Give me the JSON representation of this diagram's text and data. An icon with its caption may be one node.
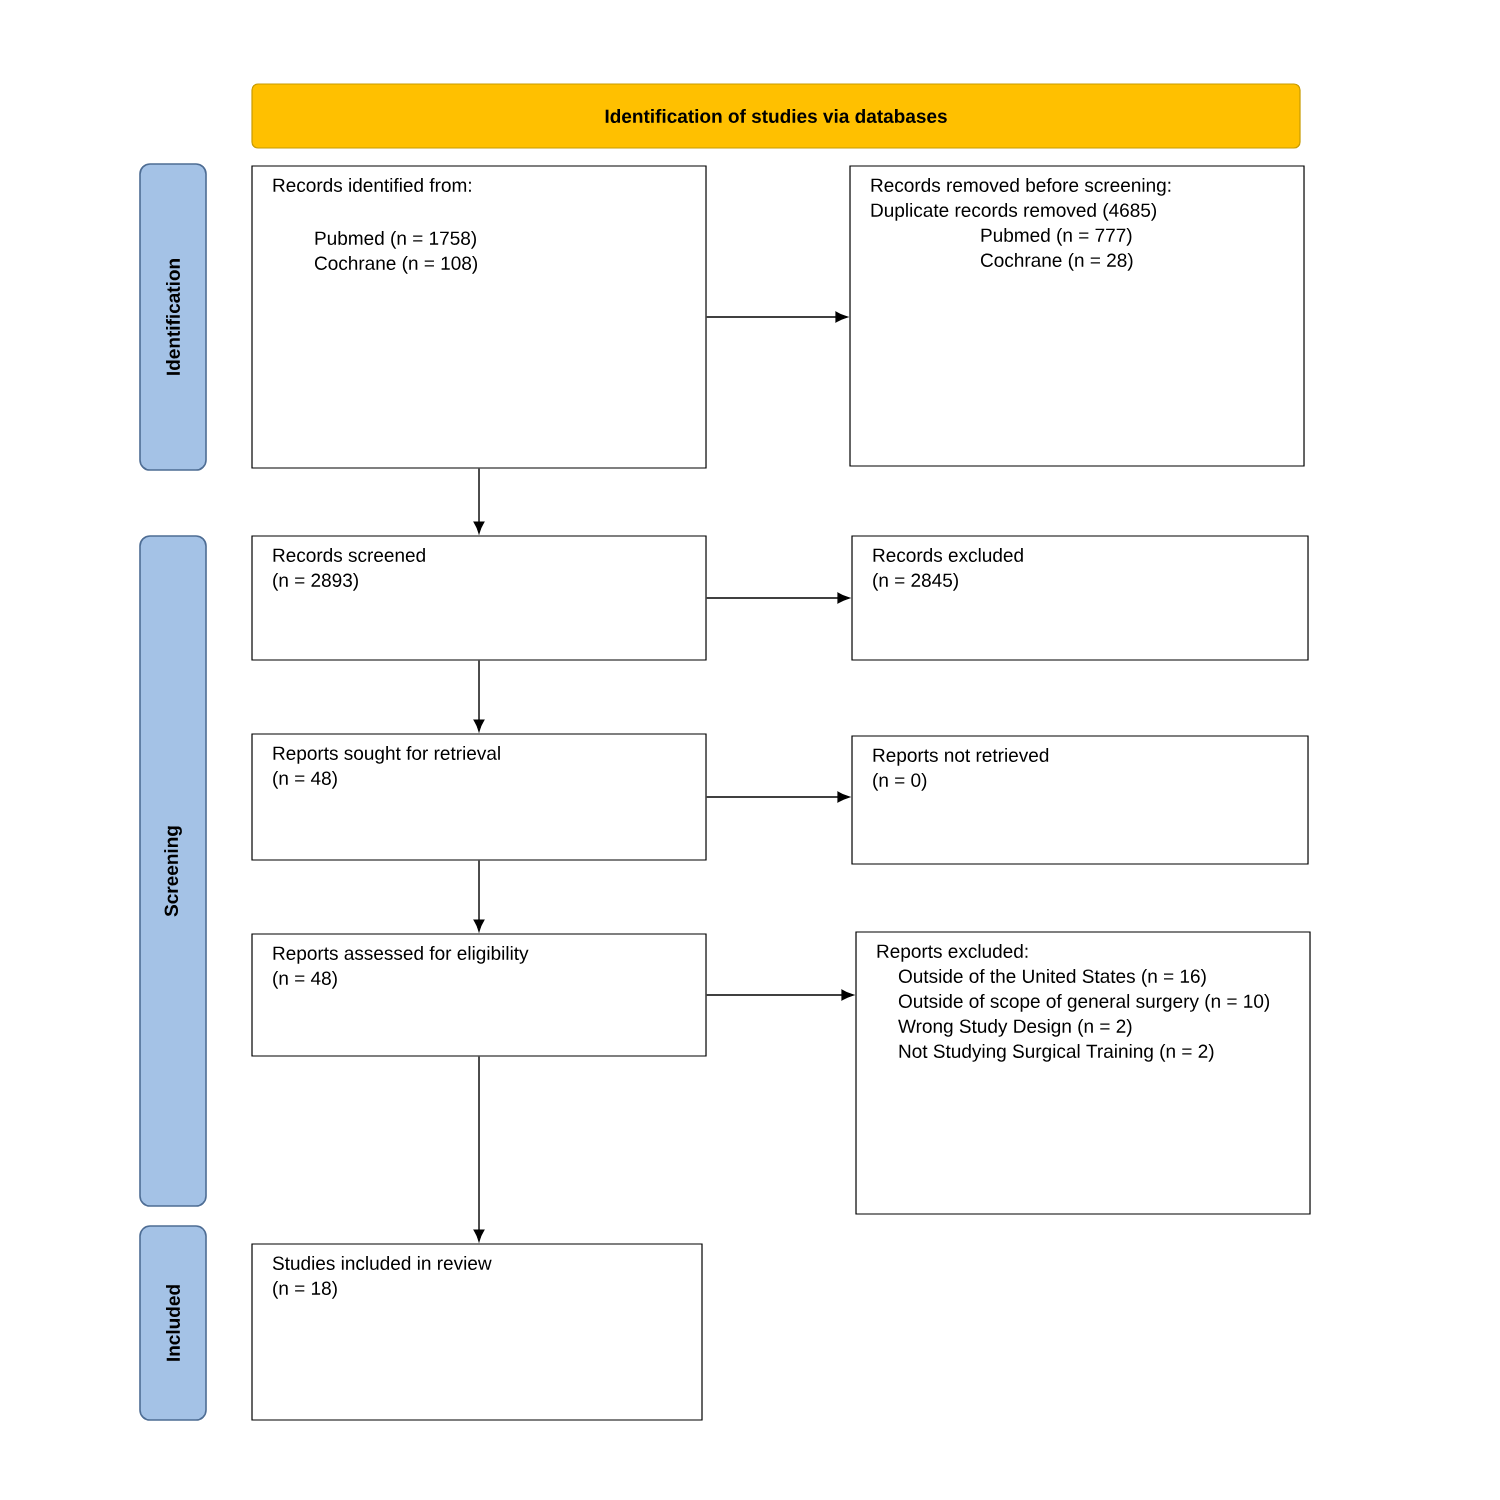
{
  "diagram": {
    "nodes": [
      {
        "text": [
          "Identification of studies via databases"
        ]
      },
      {
        "text": [
          "Identification"
        ]
      },
      {
        "text": [
          "Screening"
        ]
      },
      {
        "text": [
          "Included"
        ]
      },
      {
        "text": [
          "Records identified from:",
          "Pubmed (n = 1758)",
          "Cochrane (n = 108)"
        ]
      },
      {
        "text": [
          "Records removed before screening:",
          "Duplicate records removed (4685)",
          "Pubmed (n = 777)",
          "Cochrane (n = 28)"
        ]
      },
      {
        "text": [
          "Records screened",
          "(n = 2893)"
        ]
      },
      {
        "text": [
          "Records excluded",
          "(n = 2845)"
        ]
      },
      {
        "text": [
          "Reports sought for retrieval",
          "(n = 48)"
        ]
      },
      {
        "text": [
          "Reports not retrieved",
          "(n = 0)"
        ]
      },
      {
        "text": [
          "Reports assessed for eligibility",
          "(n = 48)"
        ]
      },
      {
        "text": [
          "Reports excluded:",
          "Outside of the United States (n = 16)",
          "Outside of scope of general surgery (n = 10)",
          "Wrong Study Design (n = 2)",
          "Not Studying Surgical Training (n = 2)"
        ]
      },
      {
        "text": [
          "Studies included in review",
          "(n = 18)"
        ]
      }
    ],
    "edges": [
      {
        "from": 4,
        "to": 5,
        "arrow": "to"
      },
      {
        "from": 4,
        "to": 6,
        "arrow": "to"
      },
      {
        "from": 6,
        "to": 7,
        "arrow": "to"
      },
      {
        "from": 6,
        "to": 8,
        "arrow": "to"
      },
      {
        "from": 8,
        "to": 9,
        "arrow": "to"
      },
      {
        "from": 8,
        "to": 10,
        "arrow": "to"
      },
      {
        "from": 10,
        "to": 11,
        "arrow": "to"
      },
      {
        "from": 10,
        "to": 12,
        "arrow": "to"
      }
    ]
  }
}
